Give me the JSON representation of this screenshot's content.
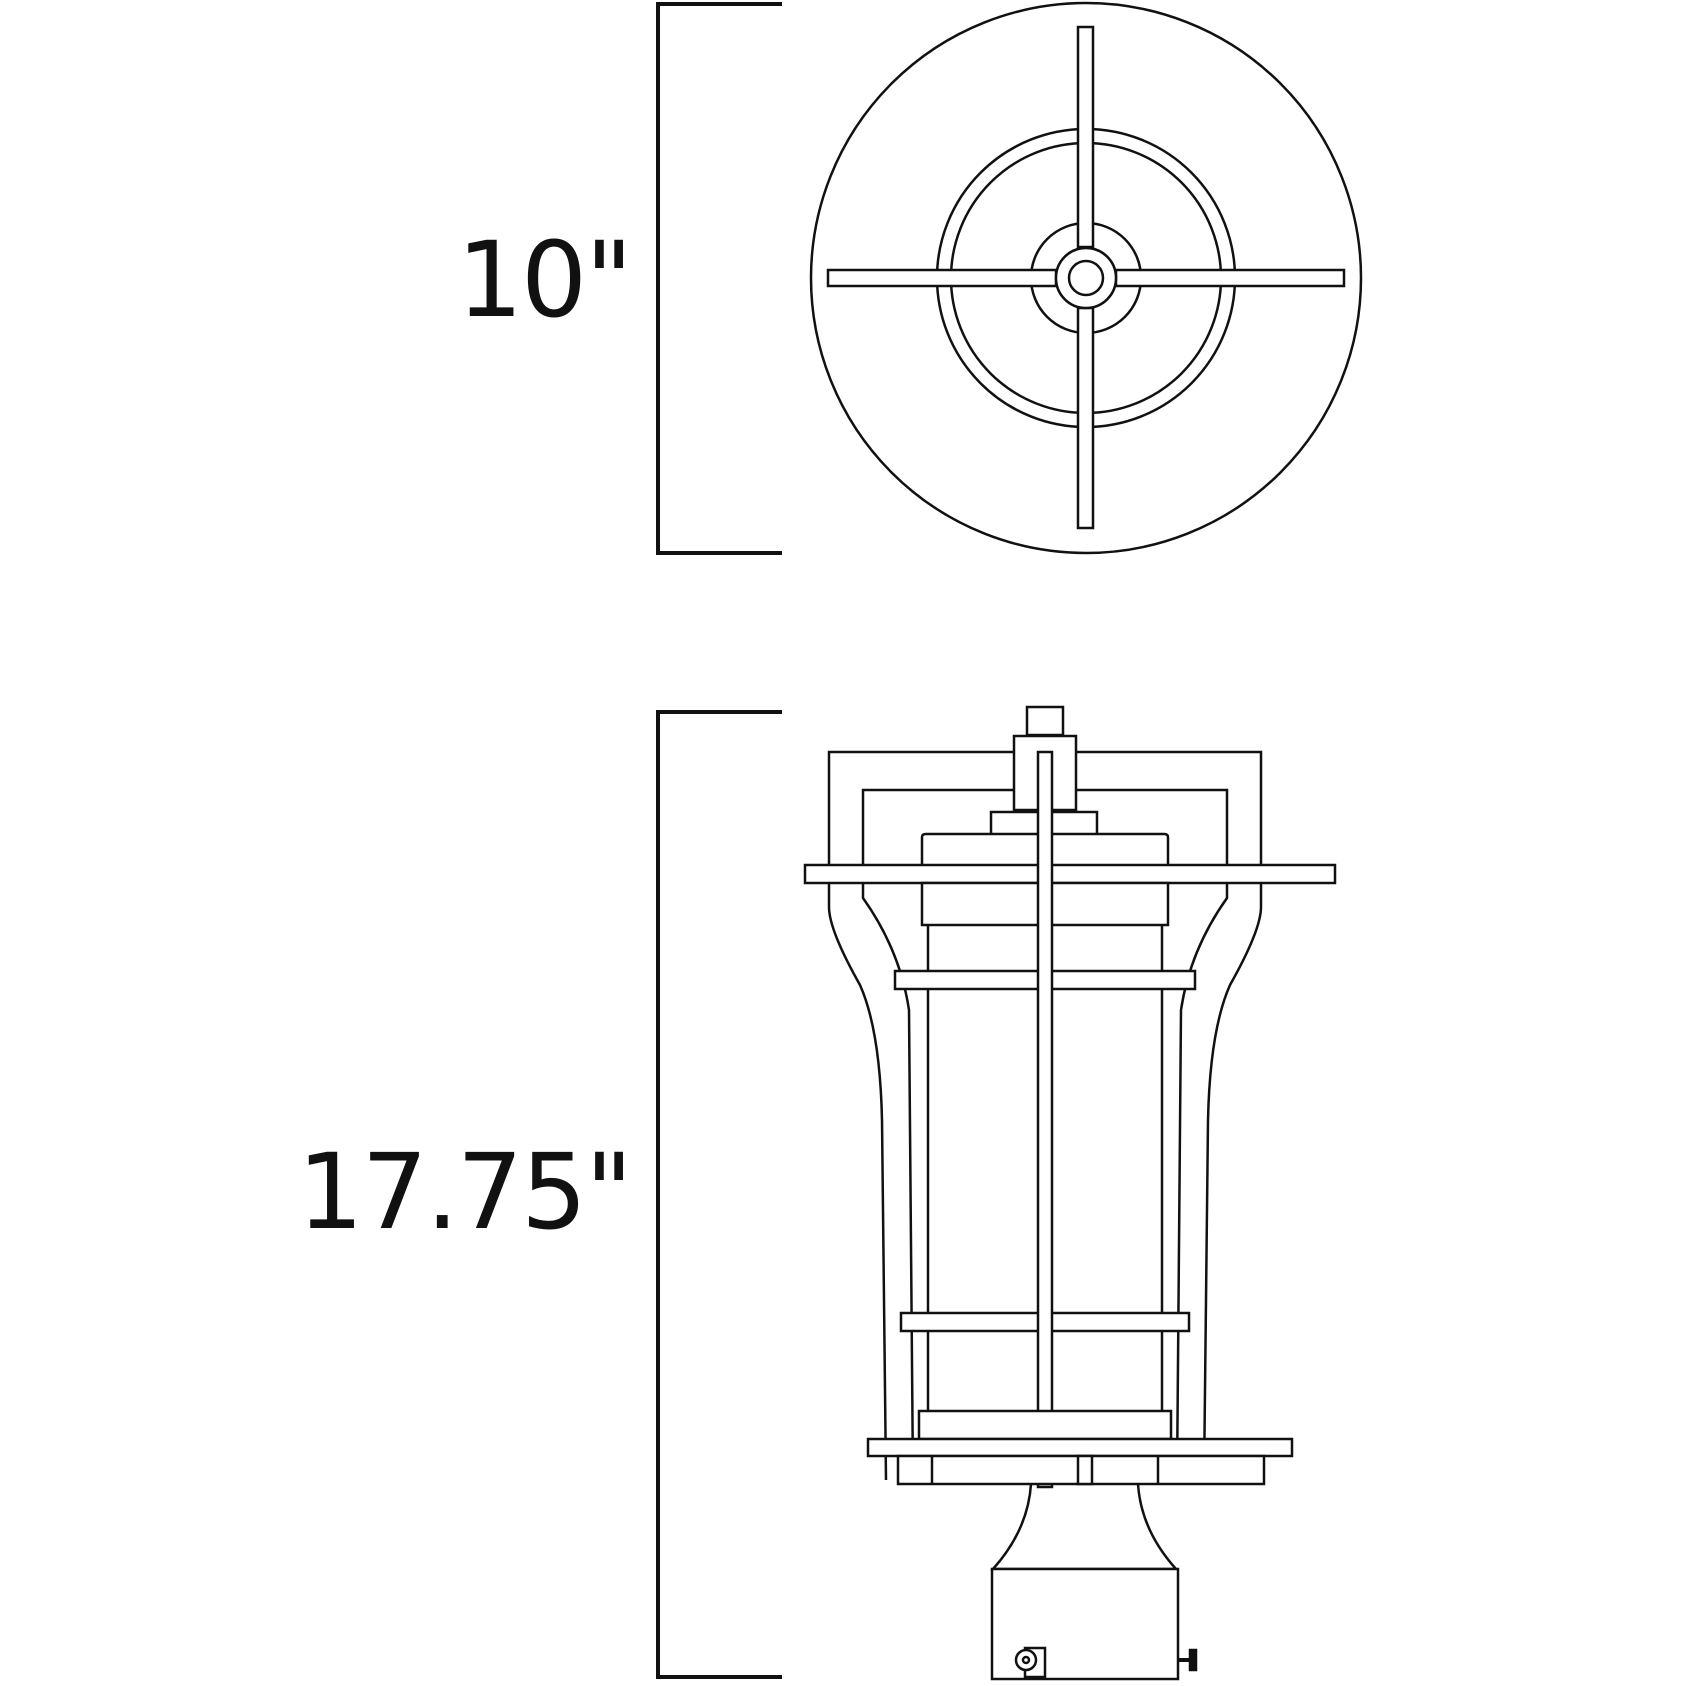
{
  "diagram": {
    "type": "product dimension drawing",
    "subject": "outdoor post-mount lantern",
    "views": [
      {
        "name": "top-view",
        "dimension_label": "10\""
      },
      {
        "name": "side-view",
        "dimension_label": "17.75\""
      }
    ],
    "stroke_color": "#111111",
    "background_color": "#ffffff"
  },
  "labels": {
    "top_dimension": "10\"",
    "side_dimension": "17.75\""
  }
}
